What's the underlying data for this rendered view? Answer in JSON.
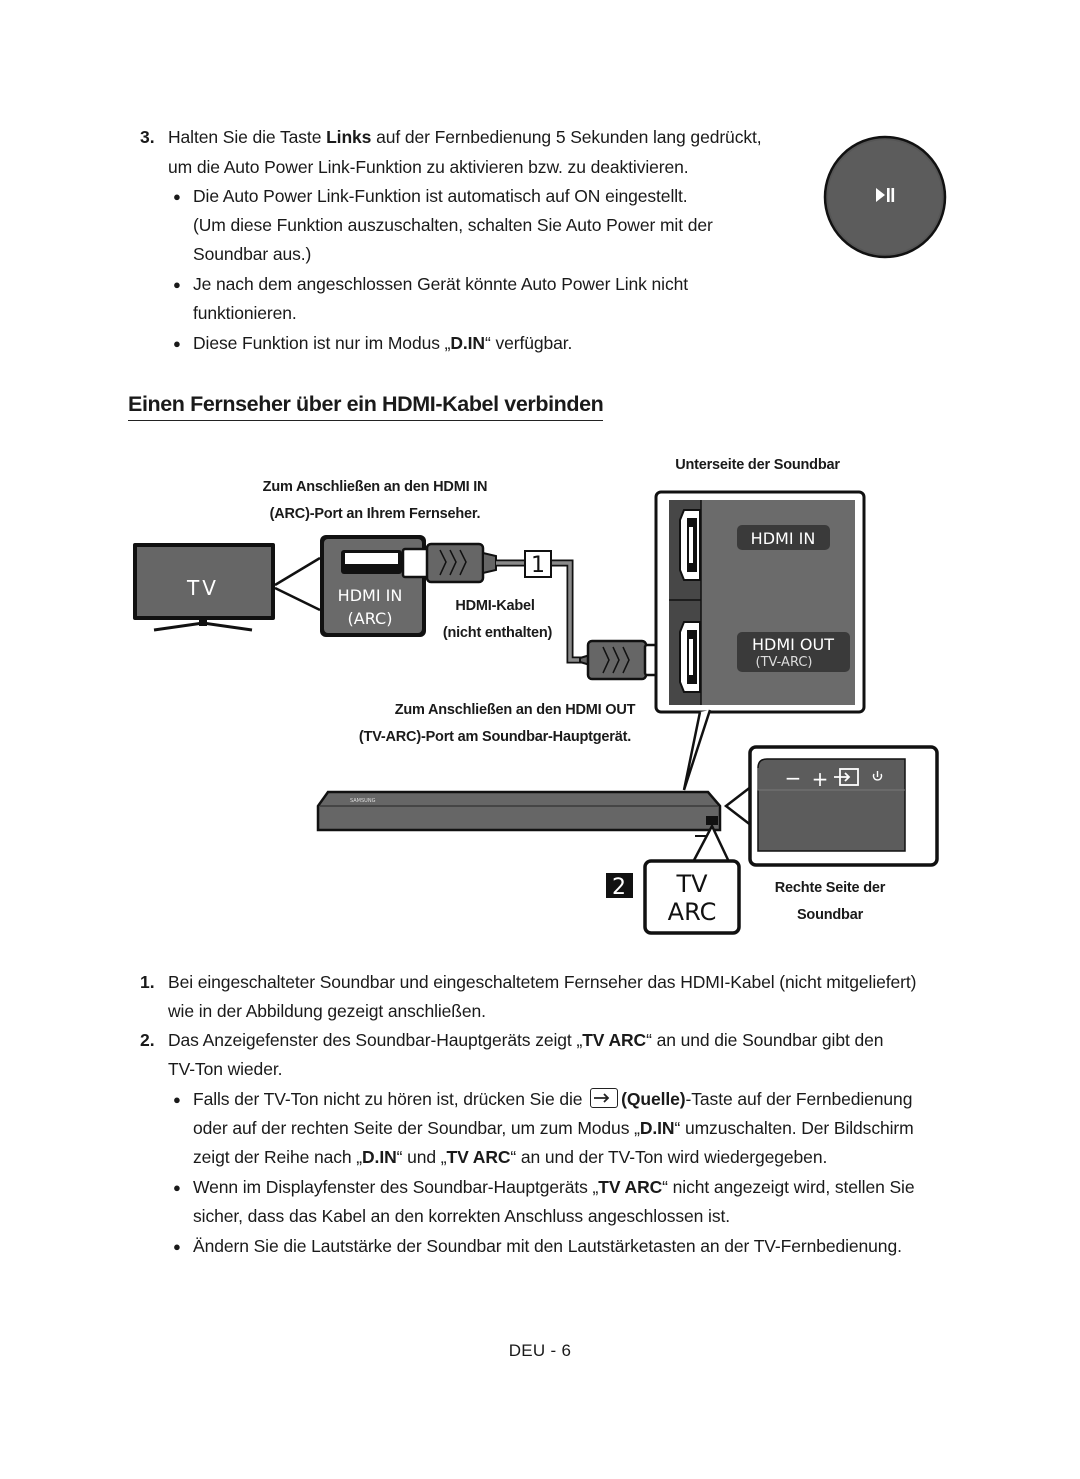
{
  "step3": {
    "number": "3.",
    "pre": "Halten Sie die Taste ",
    "bold": "Links",
    "post": " auf der Fernbedienung 5 Sekunden lang gedrückt,",
    "line2": "um die Auto Power Link-Funktion zu aktivieren bzw. zu deaktivieren.",
    "bullets": [
      {
        "line1": "Die Auto Power Link-Funktion ist automatisch auf ON eingestellt.",
        "line2": "(Um diese Funktion auszuschalten, schalten Sie Auto Power mit der",
        "line3": "Soundbar aus.)"
      },
      {
        "line1": "Je nach dem angeschlossen Gerät könnte Auto Power Link nicht",
        "line2": "funktionieren."
      },
      {
        "pre": "Diese Funktion ist nur im Modus „",
        "bold": "D.IN",
        "post": "“ verfügbar."
      }
    ]
  },
  "remote_icon": "play-pause-icon",
  "section_title": "Einen Fernseher über ein HDMI-Kabel verbinden",
  "diagram": {
    "label_bottom_side": "Unterseite der Soundbar",
    "label_tv_port_1": "Zum Anschließen an den HDMI IN",
    "label_tv_port_2": "(ARC)-Port an Ihrem Fernseher.",
    "tv_text": "TV",
    "tv_port_label_1": "HDMI IN",
    "tv_port_label_2": "(ARC)",
    "cable_label_1": "HDMI-Kabel",
    "cable_label_2": "(nicht enthalten)",
    "step_1": "1",
    "step_2": "2",
    "port_hdmi_in": "HDMI IN",
    "port_hdmi_out": "HDMI OUT",
    "port_tv_arc": "(TV-ARC)",
    "label_soundbar_port_1": "Zum Anschließen an den HDMI OUT",
    "label_soundbar_port_2": "(TV-ARC)-Port am Soundbar-Hauptgerät.",
    "soundbar_brand": "SAMSUNG",
    "display_line1": "TV",
    "display_line2": "ARC",
    "panel_buttons": [
      "−",
      "+"
    ],
    "label_right_side_1": "Rechte Seite der",
    "label_right_side_2": "Soundbar"
  },
  "steps": [
    {
      "number": "1.",
      "line1": "Bei eingeschalteter Soundbar und eingeschaltetem Fernseher das HDMI-Kabel (nicht mitgeliefert)",
      "line2": "wie in der Abbildung gezeigt anschließen."
    },
    {
      "number": "2.",
      "pre": "Das Anzeigefenster des Soundbar-Hauptgeräts zeigt „",
      "bold": "TV ARC",
      "post": "“ an und die Soundbar gibt den",
      "line2": "TV-Ton wieder."
    }
  ],
  "notes": [
    {
      "pre": "Falls der TV-Ton nicht zu hören ist, drücken Sie die ",
      "bold": "(Quelle)",
      "post": "-Taste auf der Fernbedienung",
      "l2pre": "oder auf der rechten Seite der Soundbar, um zum Modus „",
      "l2bold": "D.IN",
      "l2post": "“ umzuschalten. Der Bildschirm",
      "l3pre": "zeigt der Reihe nach „",
      "l3bold1": "D.IN",
      "l3mid": "“ und „",
      "l3bold2": "TV ARC",
      "l3post": "“ an und der TV-Ton wird wiedergegeben."
    },
    {
      "pre": "Wenn im Displayfenster des Soundbar-Hauptgeräts „",
      "bold": "TV ARC",
      "post": "“ nicht angezeigt wird, stellen Sie",
      "line2": "sicher, dass das Kabel an den korrekten Anschluss angeschlossen ist."
    },
    {
      "line1": "Ändern Sie die Lautstärke der Soundbar mit den Lautstärketasten an der TV-Fernbedienung."
    }
  ],
  "footer": "DEU - 6"
}
